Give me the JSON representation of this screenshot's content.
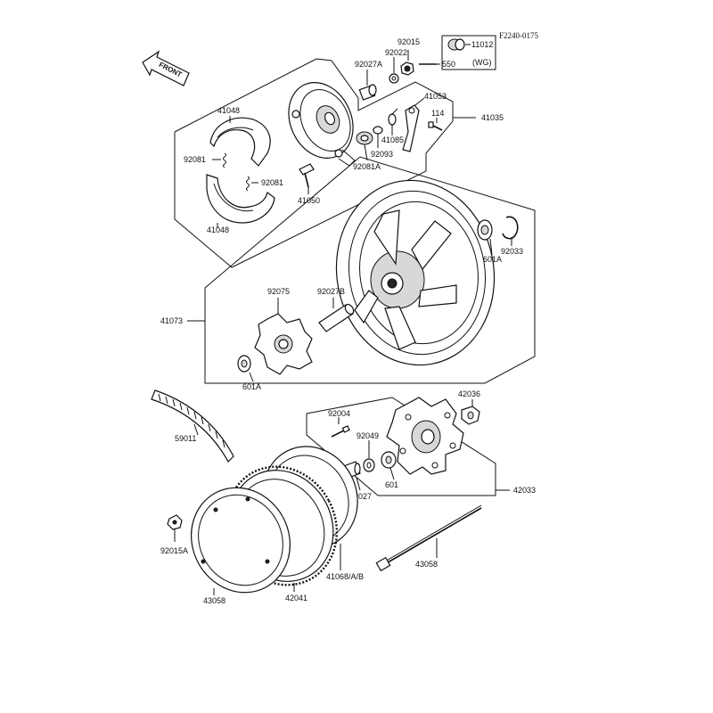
{
  "diagram": {
    "reference": "F2240-0175",
    "front_label": "FRONT",
    "wg_label": "(WG)",
    "labels": [
      {
        "id": "11012",
        "text": "11012"
      },
      {
        "id": "550",
        "text": "550"
      },
      {
        "id": "92015",
        "text": "92015"
      },
      {
        "id": "92022",
        "text": "92022"
      },
      {
        "id": "92027a",
        "text": "92027A"
      },
      {
        "id": "41053",
        "text": "41053"
      },
      {
        "id": "114",
        "text": "114"
      },
      {
        "id": "41035",
        "text": "41035"
      },
      {
        "id": "41048-top",
        "text": "41048"
      },
      {
        "id": "92081-left",
        "text": "92081"
      },
      {
        "id": "92081-right",
        "text": "92081"
      },
      {
        "id": "41048-bottom",
        "text": "41048"
      },
      {
        "id": "41085",
        "text": "41085"
      },
      {
        "id": "92093",
        "text": "92093"
      },
      {
        "id": "92081a",
        "text": "92081A"
      },
      {
        "id": "41050",
        "text": "41050"
      },
      {
        "id": "92033",
        "text": "92033"
      },
      {
        "id": "601a-right",
        "text": "601A"
      },
      {
        "id": "92075",
        "text": "92075"
      },
      {
        "id": "92027b",
        "text": "92027B"
      },
      {
        "id": "41073",
        "text": "41073"
      },
      {
        "id": "601a-left",
        "text": "601A"
      },
      {
        "id": "59011",
        "text": "59011"
      },
      {
        "id": "92004",
        "text": "92004"
      },
      {
        "id": "42036",
        "text": "42036"
      },
      {
        "id": "92049",
        "text": "92049"
      },
      {
        "id": "601",
        "text": "601"
      },
      {
        "id": "92027",
        "text": "92027"
      },
      {
        "id": "42033",
        "text": "42033"
      },
      {
        "id": "92015a",
        "text": "92015A"
      },
      {
        "id": "43058-right",
        "text": "43058"
      },
      {
        "id": "41068",
        "text": "41068/A/B"
      },
      {
        "id": "43058-left",
        "text": "43058"
      },
      {
        "id": "42041",
        "text": "42041"
      }
    ]
  }
}
